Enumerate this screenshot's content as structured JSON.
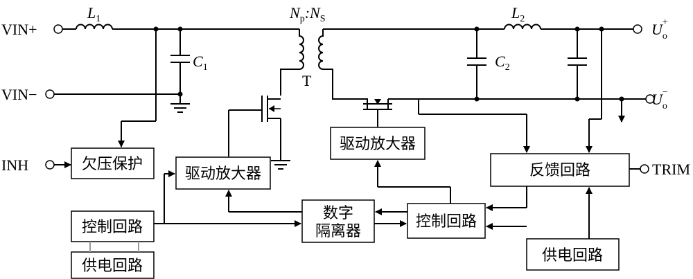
{
  "pins": {
    "vin_plus": "VIN+",
    "vin_minus": "VIN−",
    "inh": "INH",
    "trim": "TRIM",
    "uo_plus": "U",
    "uo_plus_sub": "o",
    "uo_plus_sup": "+",
    "uo_minus": "U",
    "uo_minus_sub": "o",
    "uo_minus_sup": "−"
  },
  "components": {
    "l1": "L",
    "l1_sub": "1",
    "c1": "C",
    "c1_sub": "1",
    "l2": "L",
    "l2_sub": "2",
    "c2": "C",
    "c2_sub": "2",
    "ratio_np": "N",
    "ratio_np_sub": "p",
    "ratio_colon": ":",
    "ratio_ns": "N",
    "ratio_ns_sub": "S",
    "transformer": "T"
  },
  "blocks": {
    "undervoltage": "欠压保护",
    "driver_primary": "驱动放大器",
    "driver_secondary": "驱动放大器",
    "feedback": "反馈回路",
    "control_left": "控制回路",
    "power_left": "供电回路",
    "isolator_line1": "数字",
    "isolator_line2": "隔离器",
    "control_right": "控制回路",
    "power_right": "供电回路"
  }
}
